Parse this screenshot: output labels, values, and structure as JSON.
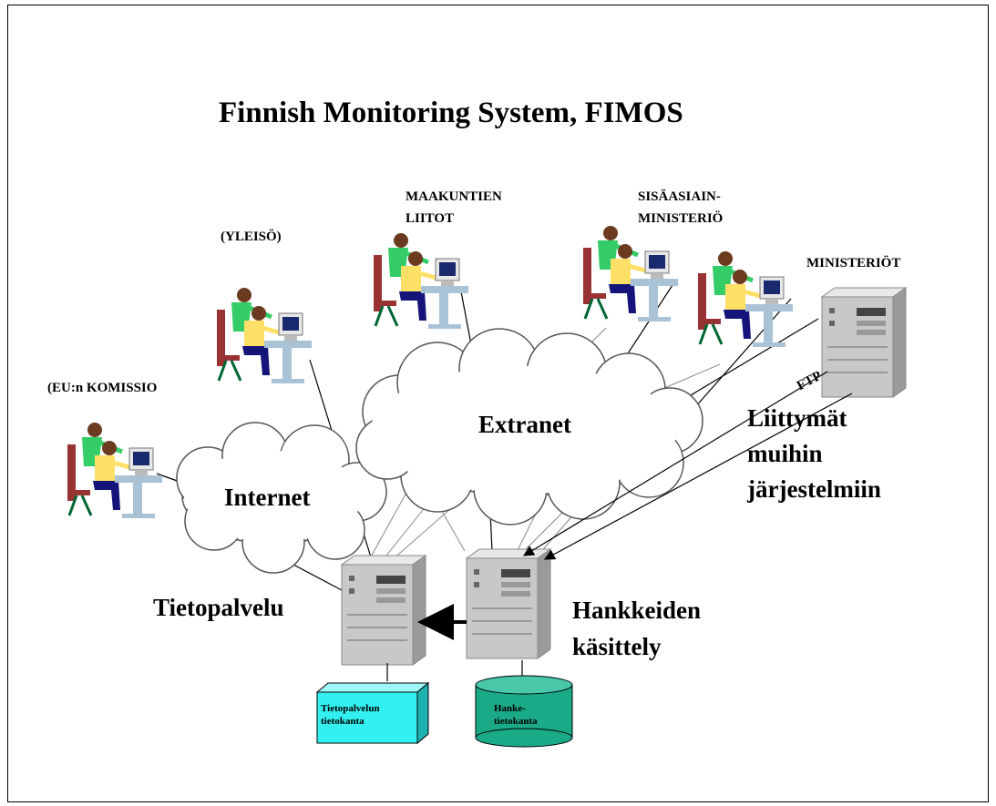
{
  "title": "Finnish Monitoring System, FIMOS",
  "actors": {
    "eu_commission": "(EU:n KOMISSIO",
    "public": "(YLEISÖ)",
    "regional_councils": [
      "MAAKUNTIEN",
      "LIITOT"
    ],
    "interior_ministry": [
      "SISÄASIAIN-",
      "MINISTERIÖ"
    ],
    "ministries": "MINISTERIÖT"
  },
  "networks": {
    "internet": "Internet",
    "extranet": "Extranet"
  },
  "servers": {
    "info_service": "Tietopalvelu",
    "project_processing": [
      "Hankkeiden",
      "käsittely"
    ]
  },
  "interfaces": {
    "ftp": "FTP",
    "other_systems": [
      "Liittymät",
      "muihin",
      "järjestelmiin"
    ]
  },
  "databases": {
    "info_service_db": [
      "Tietopalvelun",
      "tietokanta"
    ],
    "project_db": [
      "Hanke-",
      "tietokanta"
    ]
  },
  "colors": {
    "person_shirt_front": "#ffe066",
    "person_shirt_back": "#33cc66",
    "person_pants": "#14147a",
    "chair": "#993333",
    "desk": "#a9c2d6",
    "server": "#c8c8c8",
    "db_info_service": "#33f0f0",
    "db_project": "#1aaa88"
  }
}
